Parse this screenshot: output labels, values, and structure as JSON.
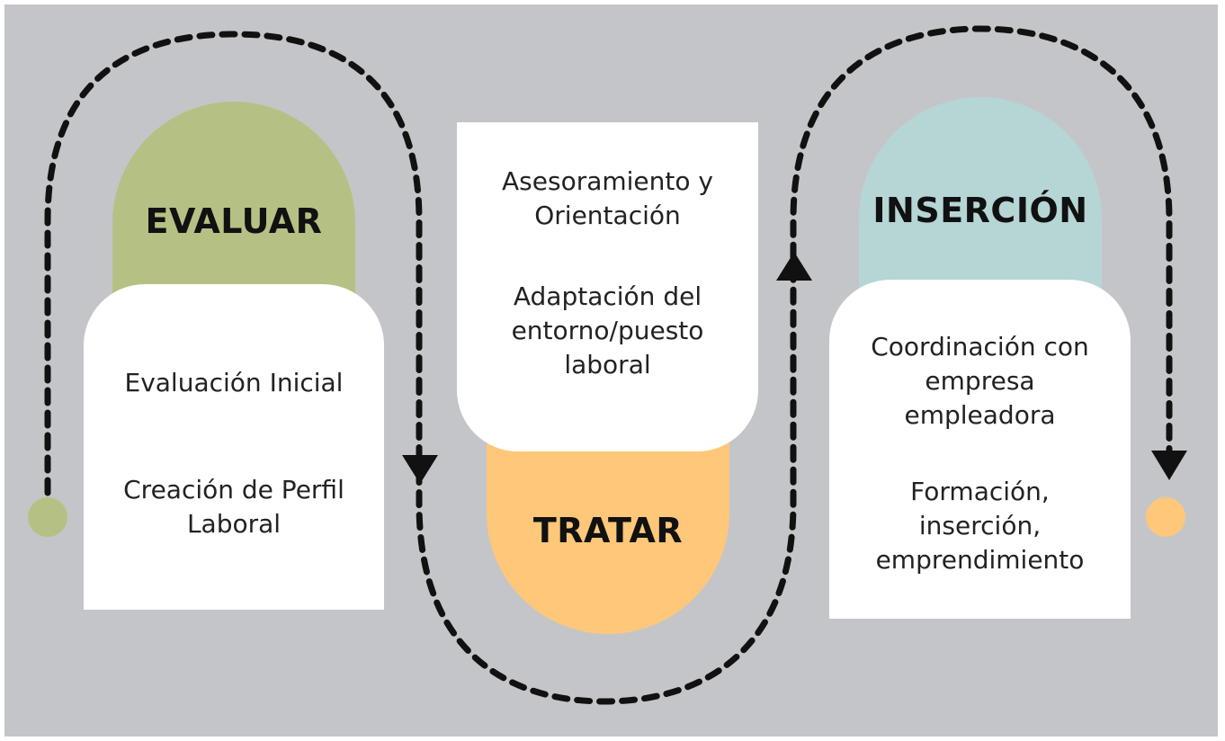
{
  "colors": {
    "background": "#c4c5c9",
    "evaluar": "#b5c184",
    "tratar": "#fec779",
    "insercion": "#b6d5d5",
    "card": "#ffffff",
    "arrow": "#111111"
  },
  "stages": [
    {
      "title": "EVALUAR",
      "items": [
        "Evaluación Inicial",
        "Creación de Perfil\nLaboral"
      ]
    },
    {
      "title": "TRATAR",
      "items": [
        "Asesoramiento y\nOrientación",
        "Adaptación del\nentorno/puesto\nlaboral"
      ]
    },
    {
      "title": "INSERCIÓN",
      "items": [
        "Coordinación con\nempresa\nempleadora",
        "Formación,\ninserción,\nemprendimiento"
      ]
    }
  ]
}
